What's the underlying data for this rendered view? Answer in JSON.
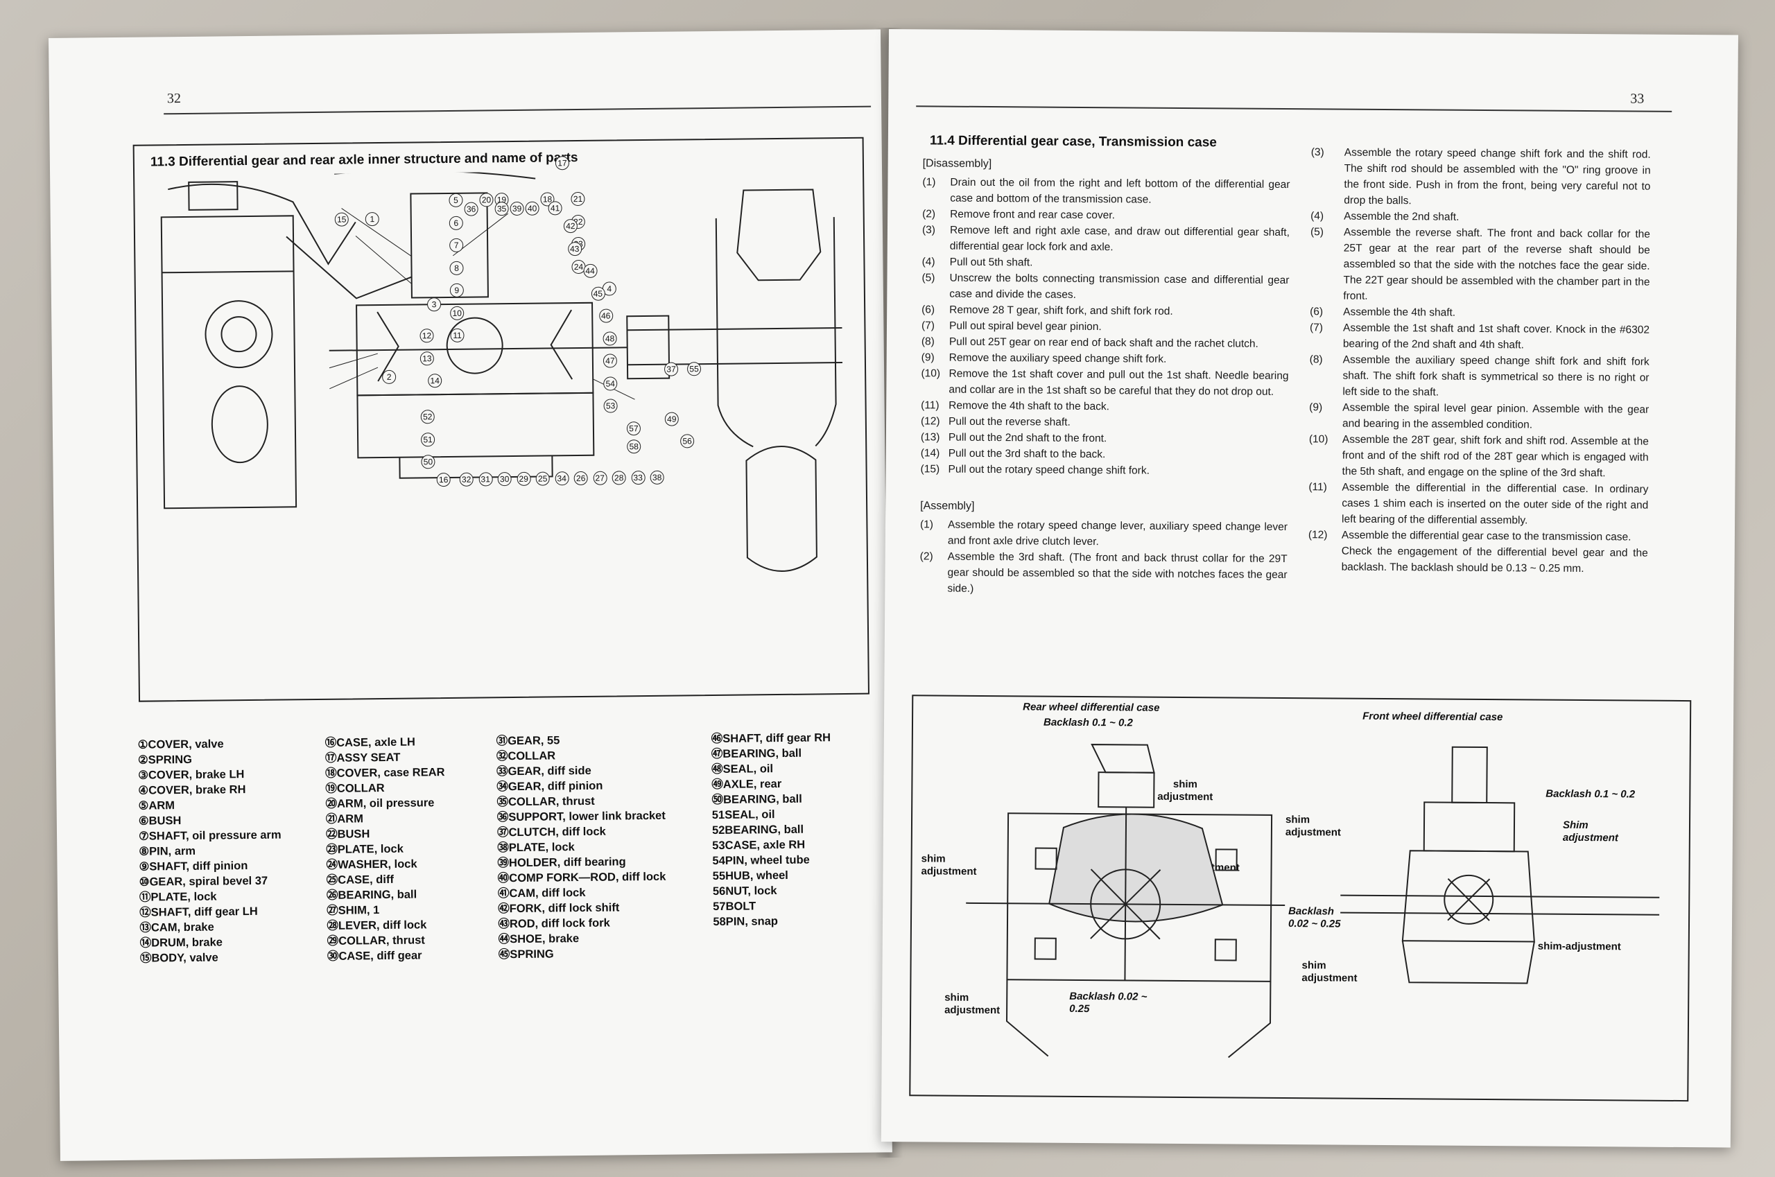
{
  "left_page": {
    "page_number": "32",
    "section_title": "11.3  Differential gear and rear axle inner structure and name of parts",
    "diagram_callouts": [
      "15",
      "1",
      "17",
      "5",
      "20",
      "19",
      "18",
      "21",
      "22",
      "23",
      "24",
      "6",
      "7",
      "8",
      "9",
      "10",
      "11",
      "3",
      "12",
      "13",
      "14",
      "2",
      "4",
      "52",
      "51",
      "50",
      "16",
      "32",
      "31",
      "30",
      "29",
      "25",
      "34",
      "26",
      "27",
      "28",
      "33",
      "38",
      "37",
      "55",
      "49",
      "56",
      "57",
      "58",
      "53",
      "54",
      "47",
      "48",
      "46",
      "45",
      "44",
      "43",
      "42",
      "41",
      "40",
      "39",
      "35",
      "36"
    ],
    "parts_col1": [
      "①COVER, valve",
      "②SPRING",
      "③COVER, brake LH",
      "④COVER, brake RH",
      "⑤ARM",
      "⑥BUSH",
      "⑦SHAFT, oil pressure arm",
      "⑧PIN, arm",
      "⑨SHAFT, diff pinion",
      "⑩GEAR, spiral bevel 37",
      "⑪PLATE, lock",
      "⑫SHAFT, diff gear  LH",
      "⑬CAM, brake",
      "⑭DRUM, brake",
      "⑮BODY, valve"
    ],
    "parts_col2": [
      "⑯CASE, axle LH",
      "⑰ASSY  SEAT",
      "⑱COVER, case  REAR",
      "⑲COLLAR",
      "⑳ARM, oil pressure",
      "㉑ARM",
      "㉒BUSH",
      "㉓PLATE, lock",
      "㉔WASHER, lock",
      "㉕CASE, diff",
      "㉖BEARING, ball",
      "㉗SHIM, 1",
      "㉘LEVER, diff lock",
      "㉙COLLAR, thrust",
      "㉚CASE, diff gear"
    ],
    "parts_col3": [
      "㉛GEAR, 55",
      "㉜COLLAR",
      "㉝GEAR, diff side",
      "㉞GEAR, diff pinion",
      "㉟COLLAR, thrust",
      "㊱SUPPORT, lower link  bracket",
      "㊲CLUTCH, diff lock",
      "㊳PLATE, lock",
      "㊴HOLDER, diff bearing",
      "㊵COMP  FORK—ROD, diff lock",
      "㊶CAM, diff lock",
      "㊷FORK, diff lock  shift",
      "㊸ROD, diff lock  fork",
      "㊹SHOE, brake",
      "㊺SPRING"
    ],
    "parts_col4": [
      "㊻SHAFT, diff gear  RH",
      "㊼BEARING, ball",
      "㊽SEAL, oil",
      "㊾AXLE, rear",
      "㊿BEARING, ball",
      "51SEAL, oil",
      "52BEARING, ball",
      "53CASE, axle  RH",
      "54PIN, wheel tube",
      "55HUB, wheel",
      "56NUT, lock",
      "57BOLT",
      "58PIN, snap"
    ]
  },
  "right_page": {
    "page_number": "33",
    "section_title": "11.4  Differential gear case, Transmission case",
    "disassembly_heading": "[Disassembly]",
    "disassembly_steps": [
      {
        "n": "(1)",
        "t": "Drain out the oil from the right and left bottom of the differential gear case and bottom of the transmission case."
      },
      {
        "n": "(2)",
        "t": "Remove front and rear case cover."
      },
      {
        "n": "(3)",
        "t": "Remove left and right axle case, and draw out differential gear shaft, differential gear lock fork and axle."
      },
      {
        "n": "(4)",
        "t": "Pull out 5th shaft."
      },
      {
        "n": "(5)",
        "t": "Unscrew the bolts connecting transmission case and differential gear case and divide the cases."
      },
      {
        "n": "(6)",
        "t": "Remove 28 T gear, shift fork, and shift fork rod."
      },
      {
        "n": "(7)",
        "t": "Pull out spiral bevel gear pinion."
      },
      {
        "n": "(8)",
        "t": "Pull out 25T gear on rear end of back shaft and the rachet clutch."
      },
      {
        "n": "(9)",
        "t": "Remove the auxiliary speed change shift fork."
      },
      {
        "n": "(10)",
        "t": "Remove the 1st shaft cover and pull out the 1st shaft. Needle bearing and collar are in the 1st shaft so be careful that they do not drop out."
      },
      {
        "n": "(11)",
        "t": "Remove the 4th shaft to the back."
      },
      {
        "n": "(12)",
        "t": "Pull out the reverse shaft."
      },
      {
        "n": "(13)",
        "t": "Pull out the 2nd shaft to the front."
      },
      {
        "n": "(14)",
        "t": "Pull out the 3rd shaft to the back."
      },
      {
        "n": "(15)",
        "t": "Pull out the rotary speed change shift fork."
      }
    ],
    "assembly_heading": "[Assembly]",
    "assembly_steps_left": [
      {
        "n": "(1)",
        "t": "Assemble the rotary speed change lever, auxiliary speed change lever and front axle drive clutch lever."
      },
      {
        "n": "(2)",
        "t": "Assemble the 3rd shaft. (The front and back thrust collar for the 29T gear should be assembled so that the side with notches faces the gear side.)"
      }
    ],
    "assembly_steps_right": [
      {
        "n": "(3)",
        "t": "Assemble the rotary speed change shift fork and the shift rod. The shift rod should be assembled with the \"O\" ring groove in the front side. Push in from the front, being very careful not to drop the balls."
      },
      {
        "n": "(4)",
        "t": "Assemble the 2nd shaft."
      },
      {
        "n": "(5)",
        "t": "Assemble the reverse shaft. The front and back collar for the 25T gear at the rear part of the reverse shaft should be assembled so that the side with the notches face the gear side. The 22T gear should be assembled with the chamber part in the front."
      },
      {
        "n": "(6)",
        "t": "Assemble the 4th shaft."
      },
      {
        "n": "(7)",
        "t": "Assemble the 1st shaft and 1st shaft cover. Knock in the #6302 bearing of the 2nd shaft and 4th shaft."
      },
      {
        "n": "(8)",
        "t": "Assemble the auxiliary speed change shift fork and shift fork shaft. The shift fork shaft is symmetrical so there is no right or left side to the shaft."
      },
      {
        "n": "(9)",
        "t": "Assemble the spiral level gear pinion. Assemble with the gear and bearing in the assembled condition."
      },
      {
        "n": "(10)",
        "t": "Assemble the 28T gear, shift fork and shift rod. Assemble at the front and of the shift rod of the 28T gear which is engaged with the 5th shaft, and engage on the spline of the 3rd shaft."
      },
      {
        "n": "(11)",
        "t": "Assemble the differential in the differential case. In ordinary cases 1 shim each is inserted on the outer side of the right and left bearing of the differential assembly."
      },
      {
        "n": "(12)",
        "t": "Assemble the differential gear case to the transmission case."
      }
    ],
    "assembly_note": "Check the engagement of the differential bevel gear and the backlash. The backlash should be 0.13 ~ 0.25 mm.",
    "figure": {
      "rear_caption": "Rear wheel differential case",
      "rear_backlash_top": "Backlash 0.1 ~ 0.2",
      "rear_shim_top": "shim adjustment",
      "rear_shim_left": "shim adjustment",
      "rear_shim_right": "shim adjustment",
      "rear_shim_bottom": "shim adjustment",
      "rear_backlash_bottom": "Backlash 0.02 ~ 0.25",
      "front_caption": "Front wheel differential case",
      "front_backlash_top": "Backlash 0.1 ~ 0.2",
      "front_shim_left": "shim adjustment",
      "front_shim_right": "Shim adjustment",
      "front_backlash_bottom": "Backlash 0.02 ~ 0.25",
      "front_shim_bottom_right": "shim-adjustment",
      "front_shim_bottom_left": "shim adjustment"
    }
  }
}
